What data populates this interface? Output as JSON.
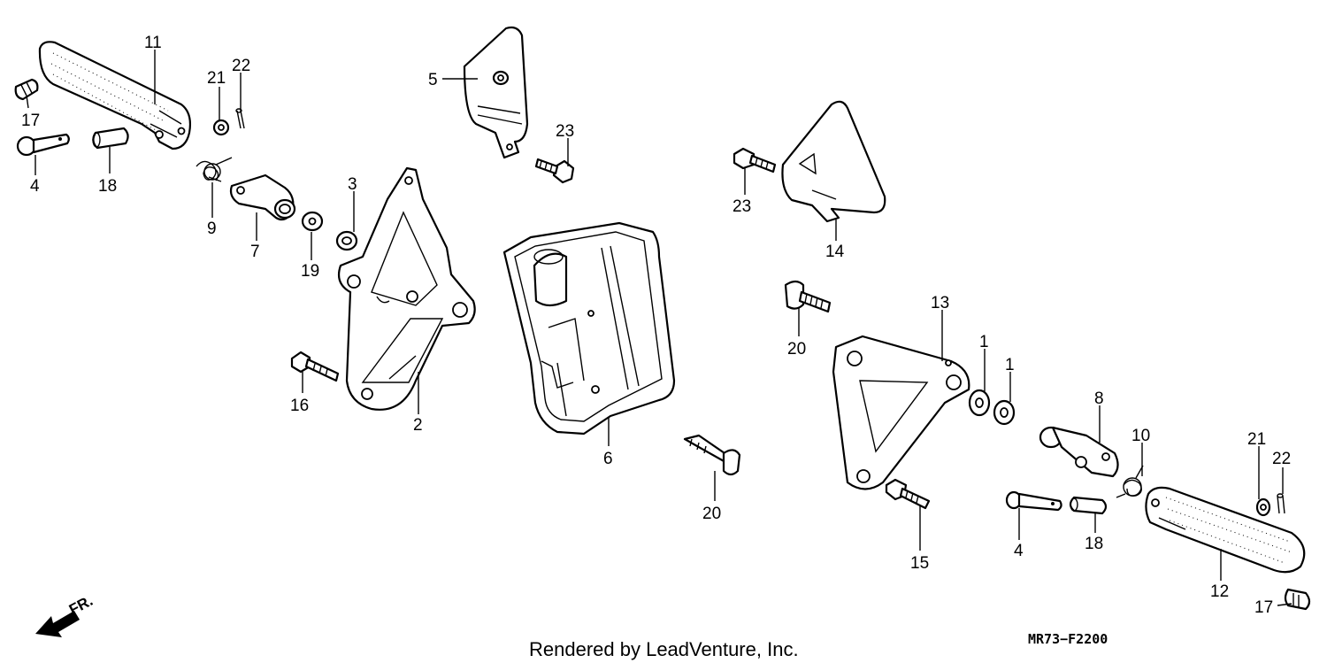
{
  "diagram": {
    "callouts": [
      {
        "id": "c11a",
        "label": "11"
      },
      {
        "id": "c17a",
        "label": "17"
      },
      {
        "id": "c21a",
        "label": "21"
      },
      {
        "id": "c22a",
        "label": "22"
      },
      {
        "id": "c4a",
        "label": "4"
      },
      {
        "id": "c18a",
        "label": "18"
      },
      {
        "id": "c9",
        "label": "9"
      },
      {
        "id": "c7",
        "label": "7"
      },
      {
        "id": "c3",
        "label": "3"
      },
      {
        "id": "c19",
        "label": "19"
      },
      {
        "id": "c2",
        "label": "2"
      },
      {
        "id": "c16",
        "label": "16"
      },
      {
        "id": "c5",
        "label": "5"
      },
      {
        "id": "c23a",
        "label": "23"
      },
      {
        "id": "c6",
        "label": "6"
      },
      {
        "id": "c20a",
        "label": "20"
      },
      {
        "id": "c23b",
        "label": "23"
      },
      {
        "id": "c14",
        "label": "14"
      },
      {
        "id": "c20b",
        "label": "20"
      },
      {
        "id": "c13",
        "label": "13"
      },
      {
        "id": "c1a",
        "label": "1"
      },
      {
        "id": "c1b",
        "label": "1"
      },
      {
        "id": "c8",
        "label": "8"
      },
      {
        "id": "c10",
        "label": "10"
      },
      {
        "id": "c21b",
        "label": "21"
      },
      {
        "id": "c22b",
        "label": "22"
      },
      {
        "id": "c15",
        "label": "15"
      },
      {
        "id": "c4b",
        "label": "4"
      },
      {
        "id": "c18b",
        "label": "18"
      },
      {
        "id": "c12",
        "label": "12"
      },
      {
        "id": "c17b",
        "label": "17"
      }
    ],
    "front_marker": "FR.",
    "diagram_code": "MR73−F2200",
    "credit": "Rendered by LeadVenture, Inc."
  }
}
